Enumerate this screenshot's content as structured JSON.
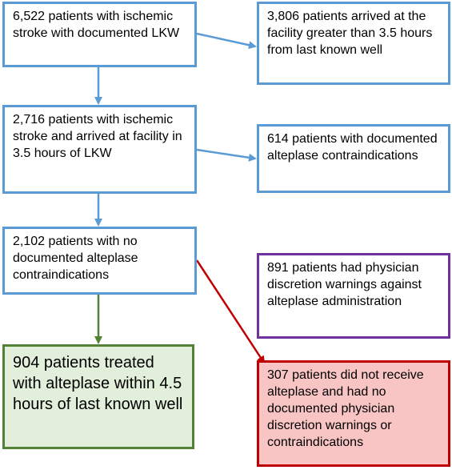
{
  "boxes": {
    "ischemic_lkw": "6,522 patients with ischemic stroke with documented LKW",
    "arrived_late": "3,806 patients arrived at the facility greater than 3.5 hours from last known well",
    "arrived_within": "2,716 patients with ischemic stroke and arrived at facility in 3.5 hours of LKW",
    "contraindications": "614 patients with documented alteplase contraindications",
    "no_contraindications": "2,102 patients with no documented alteplase contraindications",
    "discretion_warnings": "891 patients had physician discretion warnings against alteplase administration",
    "treated": "904 patients treated with alteplase within 4.5 hours of last known well",
    "not_treated": "307 patients did not receive alteplase and had no documented physician discretion warnings or contraindications"
  },
  "colors": {
    "blue": "#5b9bd5",
    "green": "#538135",
    "green_fill": "#e2efda",
    "purple": "#7030a0",
    "red": "#c00000",
    "red_fill": "#f8c4c4"
  }
}
